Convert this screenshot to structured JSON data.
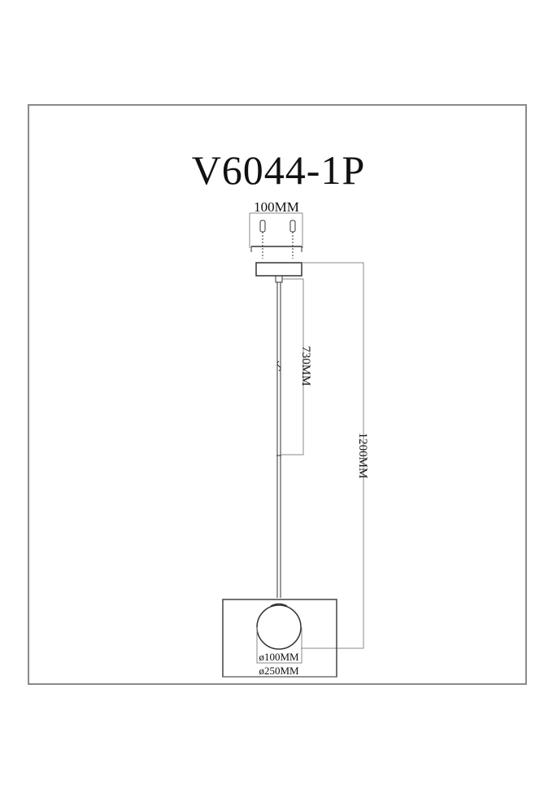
{
  "drawing": {
    "model": "V6044-1P",
    "dimensions": {
      "canopy_width": "100MM",
      "rod_length": "730MM",
      "total_height": "1200MM",
      "globe_diameter": "ø100MM",
      "shade_diameter": "ø250MM"
    },
    "colors": {
      "line": "#333333",
      "frame": "#8a8a8a",
      "dim_line": "#888888"
    }
  }
}
